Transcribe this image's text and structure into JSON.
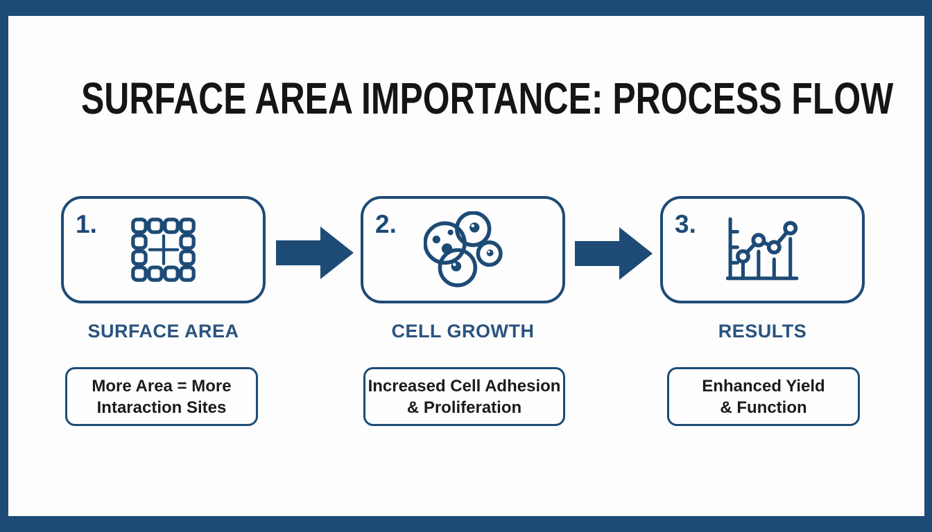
{
  "title": "SURFACE AREA IMPORTANCE: PROCESS FLOW",
  "colors": {
    "frame_navy": "#1d4b76",
    "label_blue": "#2a537f",
    "title_black": "#151515",
    "background": "#fdfdfd"
  },
  "steps": [
    {
      "number": "1.",
      "icon": "surface-area-grid-icon",
      "label": "SURFACE AREA",
      "caption_line1": "More Area = More",
      "caption_line2": "Intaraction Sites"
    },
    {
      "number": "2.",
      "icon": "cell-cluster-icon",
      "label": "CELL GROWTH",
      "caption_line1": "Increased Cell Adhesion",
      "caption_line2": "& Proliferation"
    },
    {
      "number": "3.",
      "icon": "results-chart-icon",
      "label": "RESULTS",
      "caption_line1": "Enhanced Yield",
      "caption_line2": "& Function"
    }
  ],
  "arrows": [
    "flow-arrow-1",
    "flow-arrow-2"
  ]
}
